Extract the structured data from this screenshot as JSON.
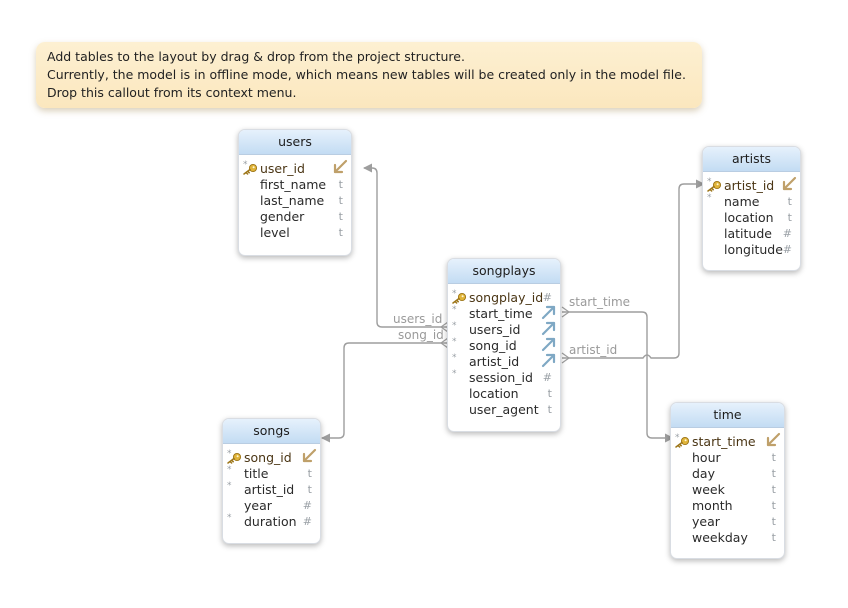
{
  "callout": {
    "lines": [
      "Add tables to the layout by drag & drop from the project structure.",
      "Currently, the model is in offline mode, which means new tables will be created only in the model file.",
      "Drop this callout from its context menu."
    ]
  },
  "tables": {
    "users": {
      "title": "users",
      "fields": [
        {
          "name": "user_id",
          "type": "",
          "pk": true,
          "notnull": true
        },
        {
          "name": "first_name",
          "type": "t"
        },
        {
          "name": "last_name",
          "type": "t"
        },
        {
          "name": "gender",
          "type": "t"
        },
        {
          "name": "level",
          "type": "t"
        }
      ]
    },
    "artists": {
      "title": "artists",
      "fields": [
        {
          "name": "artist_id",
          "type": "",
          "pk": true,
          "notnull": true
        },
        {
          "name": "name",
          "type": "t",
          "notnull": true
        },
        {
          "name": "location",
          "type": "t"
        },
        {
          "name": "latitude",
          "type": "#"
        },
        {
          "name": "longitude",
          "type": "#"
        }
      ]
    },
    "songplays": {
      "title": "songplays",
      "fields": [
        {
          "name": "songplay_id",
          "type": "#",
          "pk": true,
          "notnull": true
        },
        {
          "name": "start_time",
          "type": "",
          "notnull": true
        },
        {
          "name": "users_id",
          "type": "",
          "notnull": true
        },
        {
          "name": "song_id",
          "type": "",
          "notnull": true
        },
        {
          "name": "artist_id",
          "type": "",
          "notnull": true
        },
        {
          "name": "session_id",
          "type": "#",
          "notnull": true
        },
        {
          "name": "location",
          "type": "t"
        },
        {
          "name": "user_agent",
          "type": "t"
        }
      ]
    },
    "songs": {
      "title": "songs",
      "fields": [
        {
          "name": "song_id",
          "type": "",
          "pk": true,
          "notnull": true
        },
        {
          "name": "title",
          "type": "t",
          "notnull": true
        },
        {
          "name": "artist_id",
          "type": "t",
          "notnull": true
        },
        {
          "name": "year",
          "type": "#"
        },
        {
          "name": "duration",
          "type": "#",
          "notnull": true
        }
      ]
    },
    "time": {
      "title": "time",
      "fields": [
        {
          "name": "start_time",
          "type": "",
          "pk": true,
          "notnull": true
        },
        {
          "name": "hour",
          "type": "t"
        },
        {
          "name": "day",
          "type": "t"
        },
        {
          "name": "week",
          "type": "t"
        },
        {
          "name": "month",
          "type": "t"
        },
        {
          "name": "year",
          "type": "t"
        },
        {
          "name": "weekday",
          "type": "t"
        }
      ]
    }
  },
  "edge_labels": {
    "users": "users_id",
    "songs": "song_id",
    "time": "start_time",
    "artists": "artist_id"
  },
  "colors": {
    "relation_line": "#9e9e9e",
    "fk_icon": "#7fa8c4",
    "key_icon": "#d4a12a",
    "header_top": "#e6f1fc",
    "header_bottom": "#c3dcf3",
    "callout_bg": "#fbe7be"
  }
}
